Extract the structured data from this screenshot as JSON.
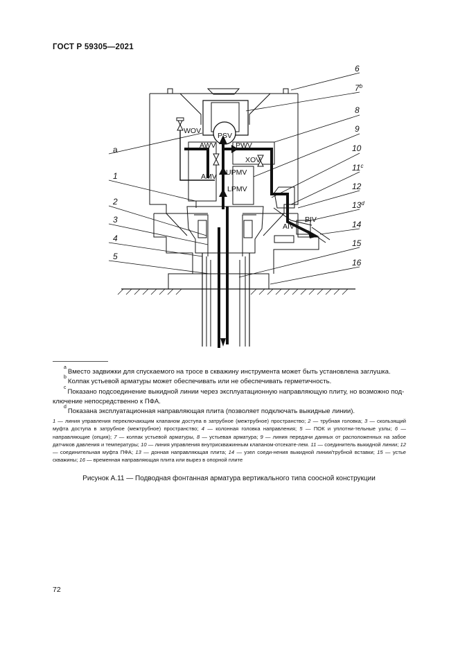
{
  "header": {
    "standard": "ГОСТ Р 59305—2021"
  },
  "figure": {
    "callouts": [
      "6",
      "7",
      "8",
      "9",
      "10",
      "11",
      "12",
      "13",
      "14",
      "15",
      "16",
      "1",
      "2",
      "3",
      "4",
      "5",
      "a"
    ],
    "callout_sups": {
      "7": "b",
      "11": "c",
      "13": "d"
    },
    "valves": {
      "wov": "WOV",
      "psv": "PSV",
      "awv": "AWV",
      "pwv": "PWV",
      "xov": "XOV",
      "upmv": "UPMV",
      "amv": "AMV",
      "lpmv": "LPMV",
      "aiv": "AIV",
      "piv": "PIV"
    }
  },
  "footnotes": [
    {
      "mark": "a",
      "text": "Вместо задвижки для спускаемого на тросе в скважину инструмента может быть установлена заглушка."
    },
    {
      "mark": "b",
      "text": "Колпак устьевой арматуры может обеспечивать или не обеспечивать герметичность."
    },
    {
      "mark": "c",
      "text": "Показано подсоединение выкидной линии через эксплуатационную направляющую плиту, но возможно под-",
      "cont": "ключение непосредственно к ПФА."
    },
    {
      "mark": "d",
      "text": "Показана эксплуатационная направляющая плита (позволяет подключать выкидные линии)."
    }
  ],
  "legend": [
    {
      "num": "1",
      "text": "линия управления переключающим клапаном доступа в затрубное (межтрубное) пространство;"
    },
    {
      "num": "2",
      "text": "трубная головка;"
    },
    {
      "num": "3",
      "text": "скользящий муфта доступа в затрубное (межтрубное) пространство;"
    },
    {
      "num": "4",
      "text": "колонная головка направления;"
    },
    {
      "num": "5",
      "text": "ПОК и уплотни-тельные узлы;"
    },
    {
      "num": "6",
      "text": "направляющие (опция);"
    },
    {
      "num": "7",
      "text": "колпак устьевой арматуры,"
    },
    {
      "num": "8",
      "text": "устьевая арматура;"
    },
    {
      "num": "9",
      "text": "линия передачи данных от расположенных на забое датчиков давления и температуры;"
    },
    {
      "num": "10",
      "text": "линия управления внутрискважинным клапаном-отсекате-лем."
    },
    {
      "num": "11",
      "text": "соединитель выкидной линии;"
    },
    {
      "num": "12",
      "text": "соединительная муфта ПФА;"
    },
    {
      "num": "13",
      "text": "донная направляющая плита;"
    },
    {
      "num": "14",
      "text": "узел соеди-нения выкидной линии/трубной вставки;"
    },
    {
      "num": "15",
      "text": "устье скважины;"
    },
    {
      "num": "16",
      "text": "временная направляющая плита или вырез в опорной плите"
    }
  ],
  "caption": "Рисунок А.11 — Подводная фонтанная арматура вертикального типа соосной конструкции",
  "page_number": "72"
}
